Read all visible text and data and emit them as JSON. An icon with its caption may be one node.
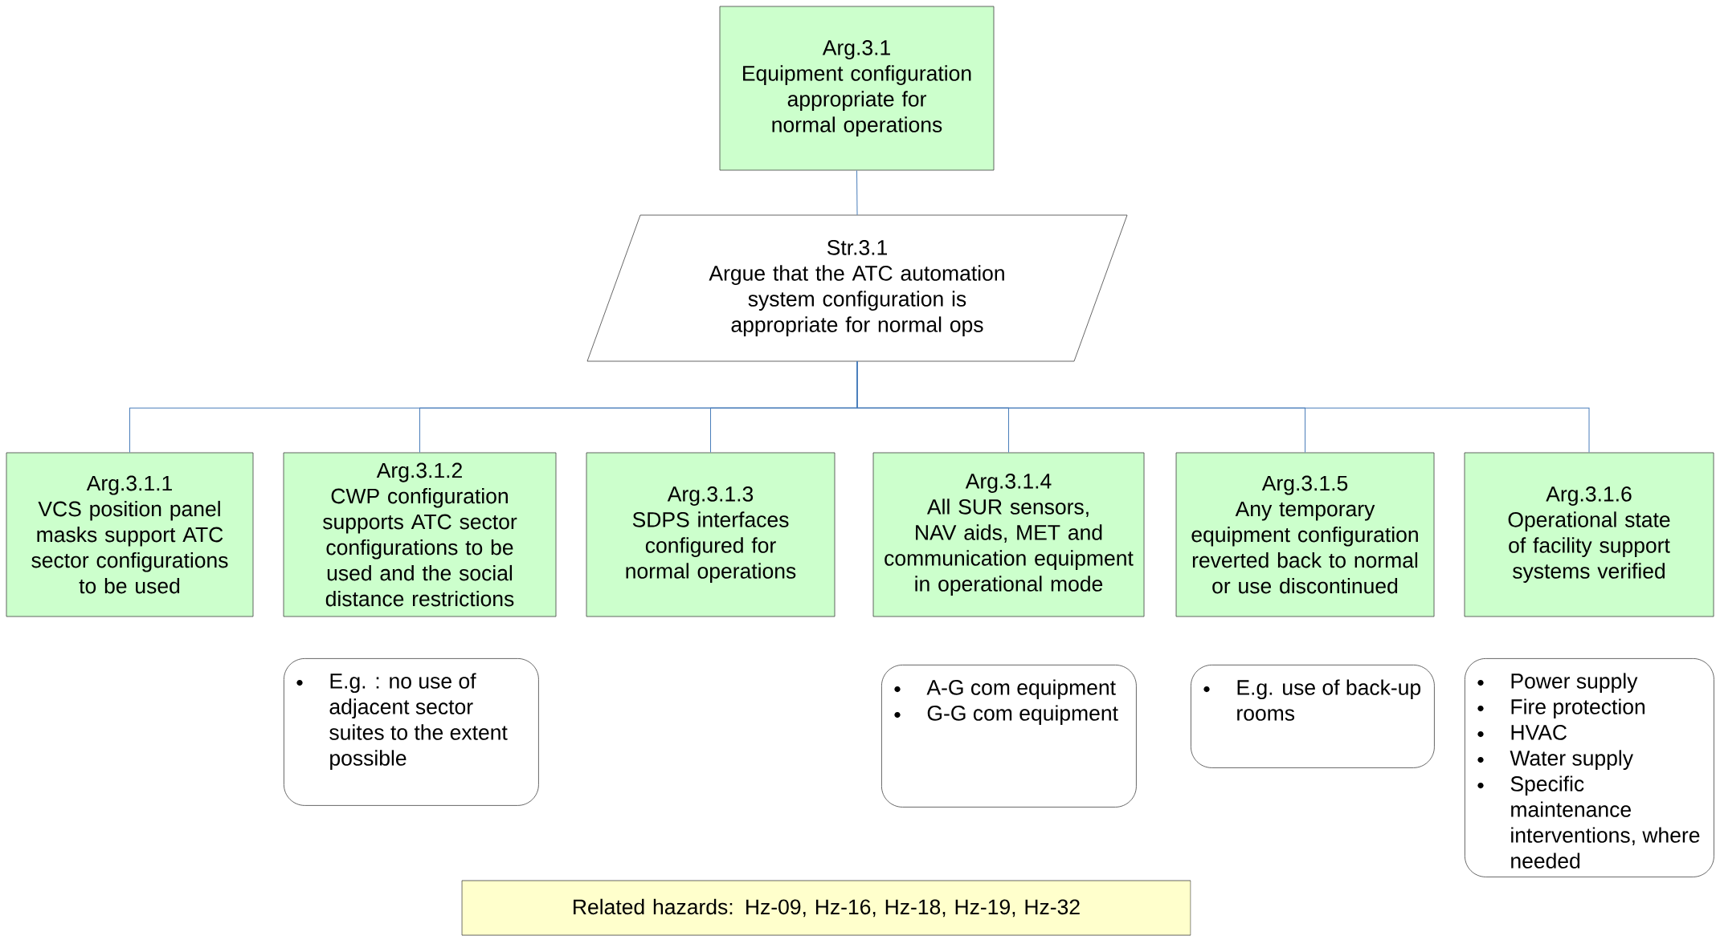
{
  "diagram": {
    "nodes": [
      {
        "text": [
          "Arg.3.1",
          "Equipment configuration appropriate for normal operations"
        ]
      },
      {
        "text": [
          "Str.3.1",
          "Argue that the ATC automation system configuration is appropriate for normal ops"
        ]
      },
      {
        "text": [
          "Arg.3.1.1",
          "VCS position panel masks support ATC sector configurations to be used"
        ]
      },
      {
        "text": [
          "Arg.3.1.2",
          "CWP configuration supports ATC sector configurations to be used and the social distance restrictions"
        ]
      },
      {
        "text": [
          "Arg.3.1.3",
          "SDPS interfaces configured for normal operations"
        ]
      },
      {
        "text": [
          "Arg.3.1.4",
          "All SUR sensors,  NAV aids, MET and communication equipment in operational mode"
        ]
      },
      {
        "text": [
          "Arg.3.1.5",
          "Any temporary equipment configuration reverted back to normal or use discontinued"
        ]
      },
      {
        "text": [
          "Arg.3.1.6",
          "Operational state of facility support systems verified"
        ]
      },
      {
        "text": [
          "E.g. : no use of adjacent sector suites to the extent possible"
        ]
      },
      {
        "text": [
          "A-G com equipment",
          "G-G com equipment"
        ]
      },
      {
        "text": [
          "E.g. use of back-up rooms"
        ]
      },
      {
        "text": [
          "Power supply",
          "Fire protection",
          "HVAC",
          "Water supply",
          "Specific maintenance interventions, where needed"
        ]
      },
      {
        "text": [
          "Related hazards: Hz-09, Hz-16, Hz-18, Hz-19, Hz-32"
        ]
      }
    ],
    "edges": [
      {
        "from": 0,
        "to": 1,
        "arrow": "none"
      },
      {
        "from": 1,
        "to": 2,
        "arrow": "none"
      },
      {
        "from": 1,
        "to": 3,
        "arrow": "none"
      },
      {
        "from": 1,
        "to": 4,
        "arrow": "none"
      },
      {
        "from": 1,
        "to": 5,
        "arrow": "none"
      },
      {
        "from": 1,
        "to": 6,
        "arrow": "none"
      },
      {
        "from": 1,
        "to": 7,
        "arrow": "none"
      }
    ]
  }
}
